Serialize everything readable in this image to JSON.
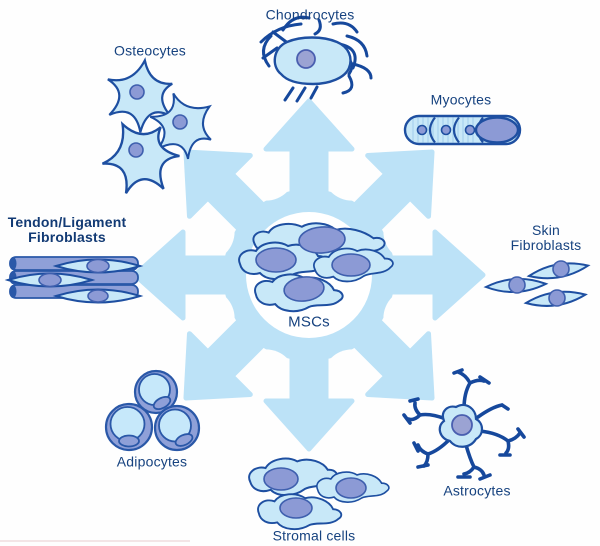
{
  "diagram": {
    "description": "Mesenchymal stem cell (MSC) differentiation diagram with eight radiating arrows",
    "center_label": "MSCs",
    "nodes": [
      {
        "id": "chondrocytes",
        "label": "Chondrocytes",
        "position": "top"
      },
      {
        "id": "myocytes",
        "label": "Myocytes",
        "position": "top-right"
      },
      {
        "id": "skin-fibroblasts",
        "label_line1": "Skin",
        "label_line2": "Fibroblasts",
        "position": "right"
      },
      {
        "id": "astrocytes",
        "label": "Astrocytes",
        "position": "bottom-right"
      },
      {
        "id": "stromal-cells",
        "label": "Stromal cells",
        "position": "bottom"
      },
      {
        "id": "adipocytes",
        "label": "Adipocytes",
        "position": "bottom-left"
      },
      {
        "id": "tendon-ligament-fibroblasts",
        "label_line1": "Tendon/Ligament",
        "label_line2": "Fibroblasts",
        "position": "left"
      },
      {
        "id": "osteocytes",
        "label": "Osteocytes",
        "position": "top-left"
      }
    ],
    "colors": {
      "arrow_blue": "#bce2f7",
      "cell_fill": "#c8e8f8",
      "cell_outline": "#1e4fa1",
      "fiber_dark_blue": "#16489c",
      "nucleus_periwinkle": "#8c9ad5",
      "nucleus_gray_purple": "#9ba3d3",
      "label_text": "#16427f",
      "background": "#fefefe"
    }
  }
}
